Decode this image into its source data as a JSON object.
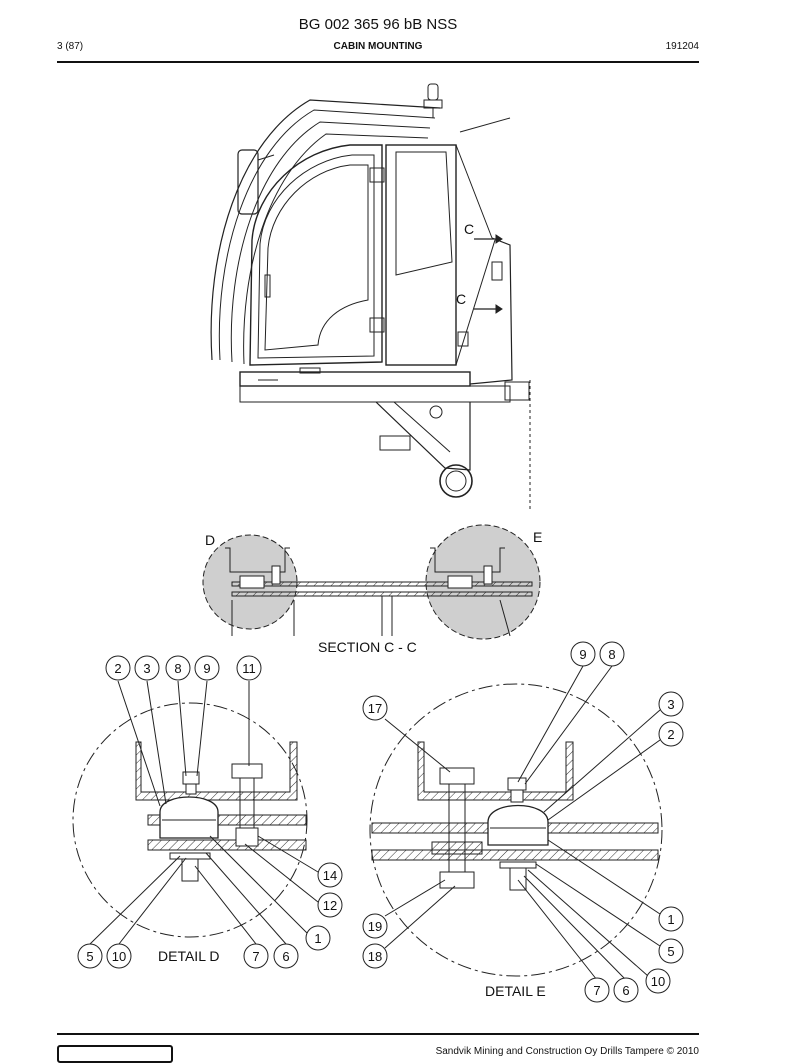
{
  "header": {
    "doc_title": "BG 002 365 96 bB NSS",
    "page": "3 (87)",
    "section": "CABIN MOUNTING",
    "code": "191204"
  },
  "views": {
    "section_mark_top": "C",
    "section_mark_bottom": "C",
    "detail_d_mark": "D",
    "detail_e_mark": "E",
    "section_caption": "SECTION C - C",
    "detail_d_caption": "DETAIL D",
    "detail_e_caption": "DETAIL E"
  },
  "callouts_d": [
    "2",
    "3",
    "8",
    "9",
    "11",
    "14",
    "12",
    "1",
    "5",
    "10",
    "7",
    "6"
  ],
  "callouts_e": [
    "9",
    "8",
    "17",
    "3",
    "2",
    "1",
    "19",
    "18",
    "5",
    "10",
    "7",
    "6"
  ],
  "footer": {
    "copyright": "Sandvik Mining and Construction Oy Drills Tampere © 2010"
  }
}
